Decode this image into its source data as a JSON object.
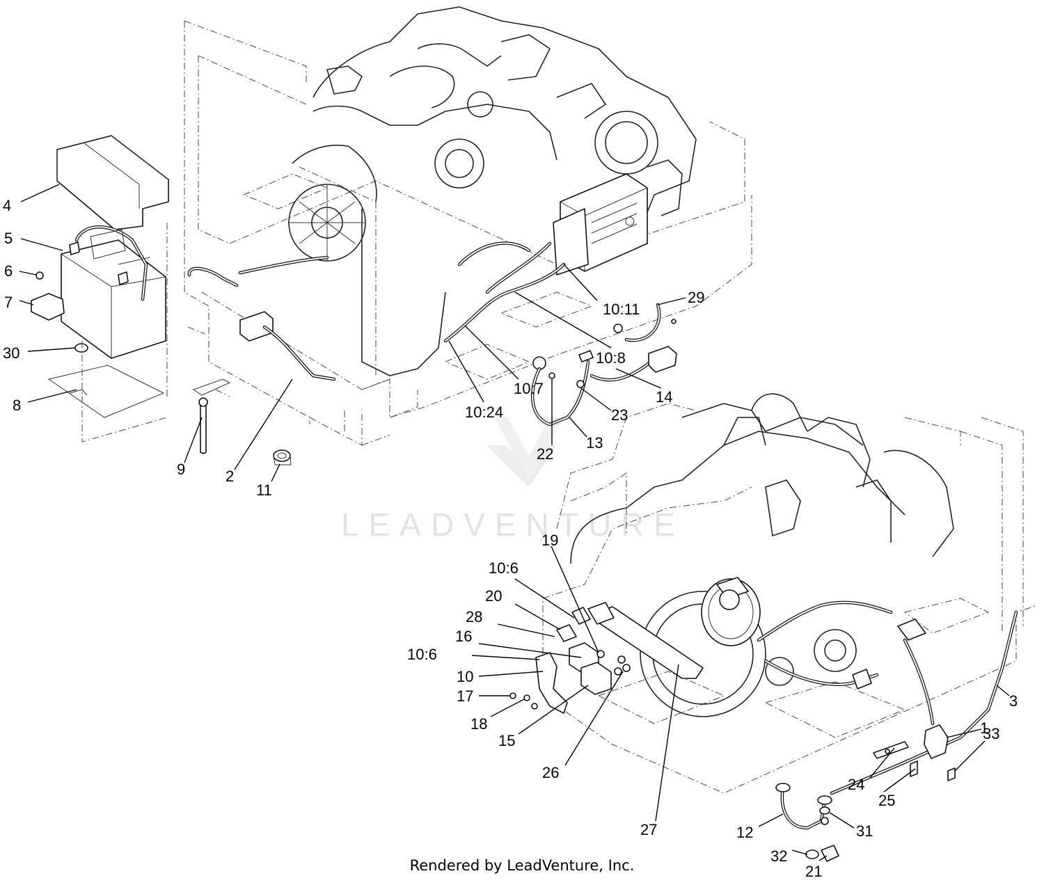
{
  "watermark": "LEADVENTURE",
  "credit": "Rendered by LeadVenture, Inc.",
  "callouts": [
    {
      "id": "c-4",
      "label": "4"
    },
    {
      "id": "c-5",
      "label": "5"
    },
    {
      "id": "c-6",
      "label": "6"
    },
    {
      "id": "c-7",
      "label": "7"
    },
    {
      "id": "c-30",
      "label": "30"
    },
    {
      "id": "c-8",
      "label": "8"
    },
    {
      "id": "c-9",
      "label": "9"
    },
    {
      "id": "c-2",
      "label": "2"
    },
    {
      "id": "c-11",
      "label": "11"
    },
    {
      "id": "c-10-11",
      "label": "10:11"
    },
    {
      "id": "c-29",
      "label": "29"
    },
    {
      "id": "c-10-8",
      "label": "10:8"
    },
    {
      "id": "c-10-7",
      "label": "10:7"
    },
    {
      "id": "c-10-24",
      "label": "10:24"
    },
    {
      "id": "c-14",
      "label": "14"
    },
    {
      "id": "c-23",
      "label": "23"
    },
    {
      "id": "c-13",
      "label": "13"
    },
    {
      "id": "c-22",
      "label": "22"
    },
    {
      "id": "c-19",
      "label": "19"
    },
    {
      "id": "c-10-6a",
      "label": "10:6"
    },
    {
      "id": "c-20",
      "label": "20"
    },
    {
      "id": "c-28",
      "label": "28"
    },
    {
      "id": "c-16",
      "label": "16"
    },
    {
      "id": "c-10-6b",
      "label": "10:6"
    },
    {
      "id": "c-10",
      "label": "10"
    },
    {
      "id": "c-17",
      "label": "17"
    },
    {
      "id": "c-18",
      "label": "18"
    },
    {
      "id": "c-15",
      "label": "15"
    },
    {
      "id": "c-26",
      "label": "26"
    },
    {
      "id": "c-27",
      "label": "27"
    },
    {
      "id": "c-3",
      "label": "3"
    },
    {
      "id": "c-1",
      "label": "1"
    },
    {
      "id": "c-33",
      "label": "33"
    },
    {
      "id": "c-24",
      "label": "24"
    },
    {
      "id": "c-25",
      "label": "25"
    },
    {
      "id": "c-31",
      "label": "31"
    },
    {
      "id": "c-12",
      "label": "12"
    },
    {
      "id": "c-32",
      "label": "32"
    },
    {
      "id": "c-21",
      "label": "21"
    }
  ]
}
